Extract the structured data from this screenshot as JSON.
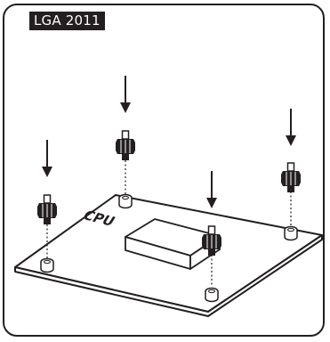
{
  "socket_label": "LGA 2011",
  "chip_label": "CPU",
  "colors": {
    "outline": "#231f20",
    "badge_background": "#231f20",
    "badge_text": "#ffffff",
    "background": "#ffffff"
  },
  "standoff_count": 4
}
